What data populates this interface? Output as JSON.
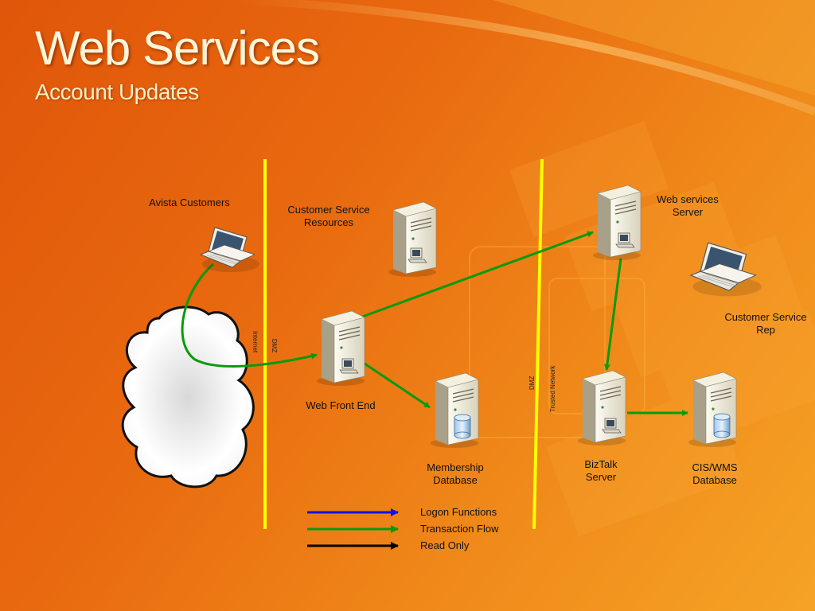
{
  "slide": {
    "title": "Web Services",
    "subtitle": "Account Updates"
  },
  "zones": {
    "dmz_left": "DMZ",
    "internet": "Internet",
    "dmz_right": "DMZ",
    "trusted_network": "Trusted Network"
  },
  "nodes": {
    "avista_customers": "Avista Customers",
    "customer_service_resources": "Customer Service\nResources",
    "web_front_end": "Web Front End",
    "membership_database": "Membership\nDatabase",
    "web_services_server": "Web services\nServer",
    "customer_service_rep": "Customer Service\nRep",
    "biztalk_server": "BizTalk\nServer",
    "cis_wms_database": "CIS/WMS\nDatabase"
  },
  "legend": [
    {
      "label": "Logon Functions",
      "color": "#1010ee"
    },
    {
      "label": "Transaction Flow",
      "color": "#0a9a0a"
    },
    {
      "label": "Read Only",
      "color": "#000000"
    }
  ],
  "colors": {
    "zone_line": "#ffff00",
    "flow_arrow": "#0a9a0a"
  },
  "icons": {
    "laptop": "laptop-icon",
    "server": "server-icon",
    "database": "database-icon",
    "cloud": "internet-cloud-icon"
  }
}
